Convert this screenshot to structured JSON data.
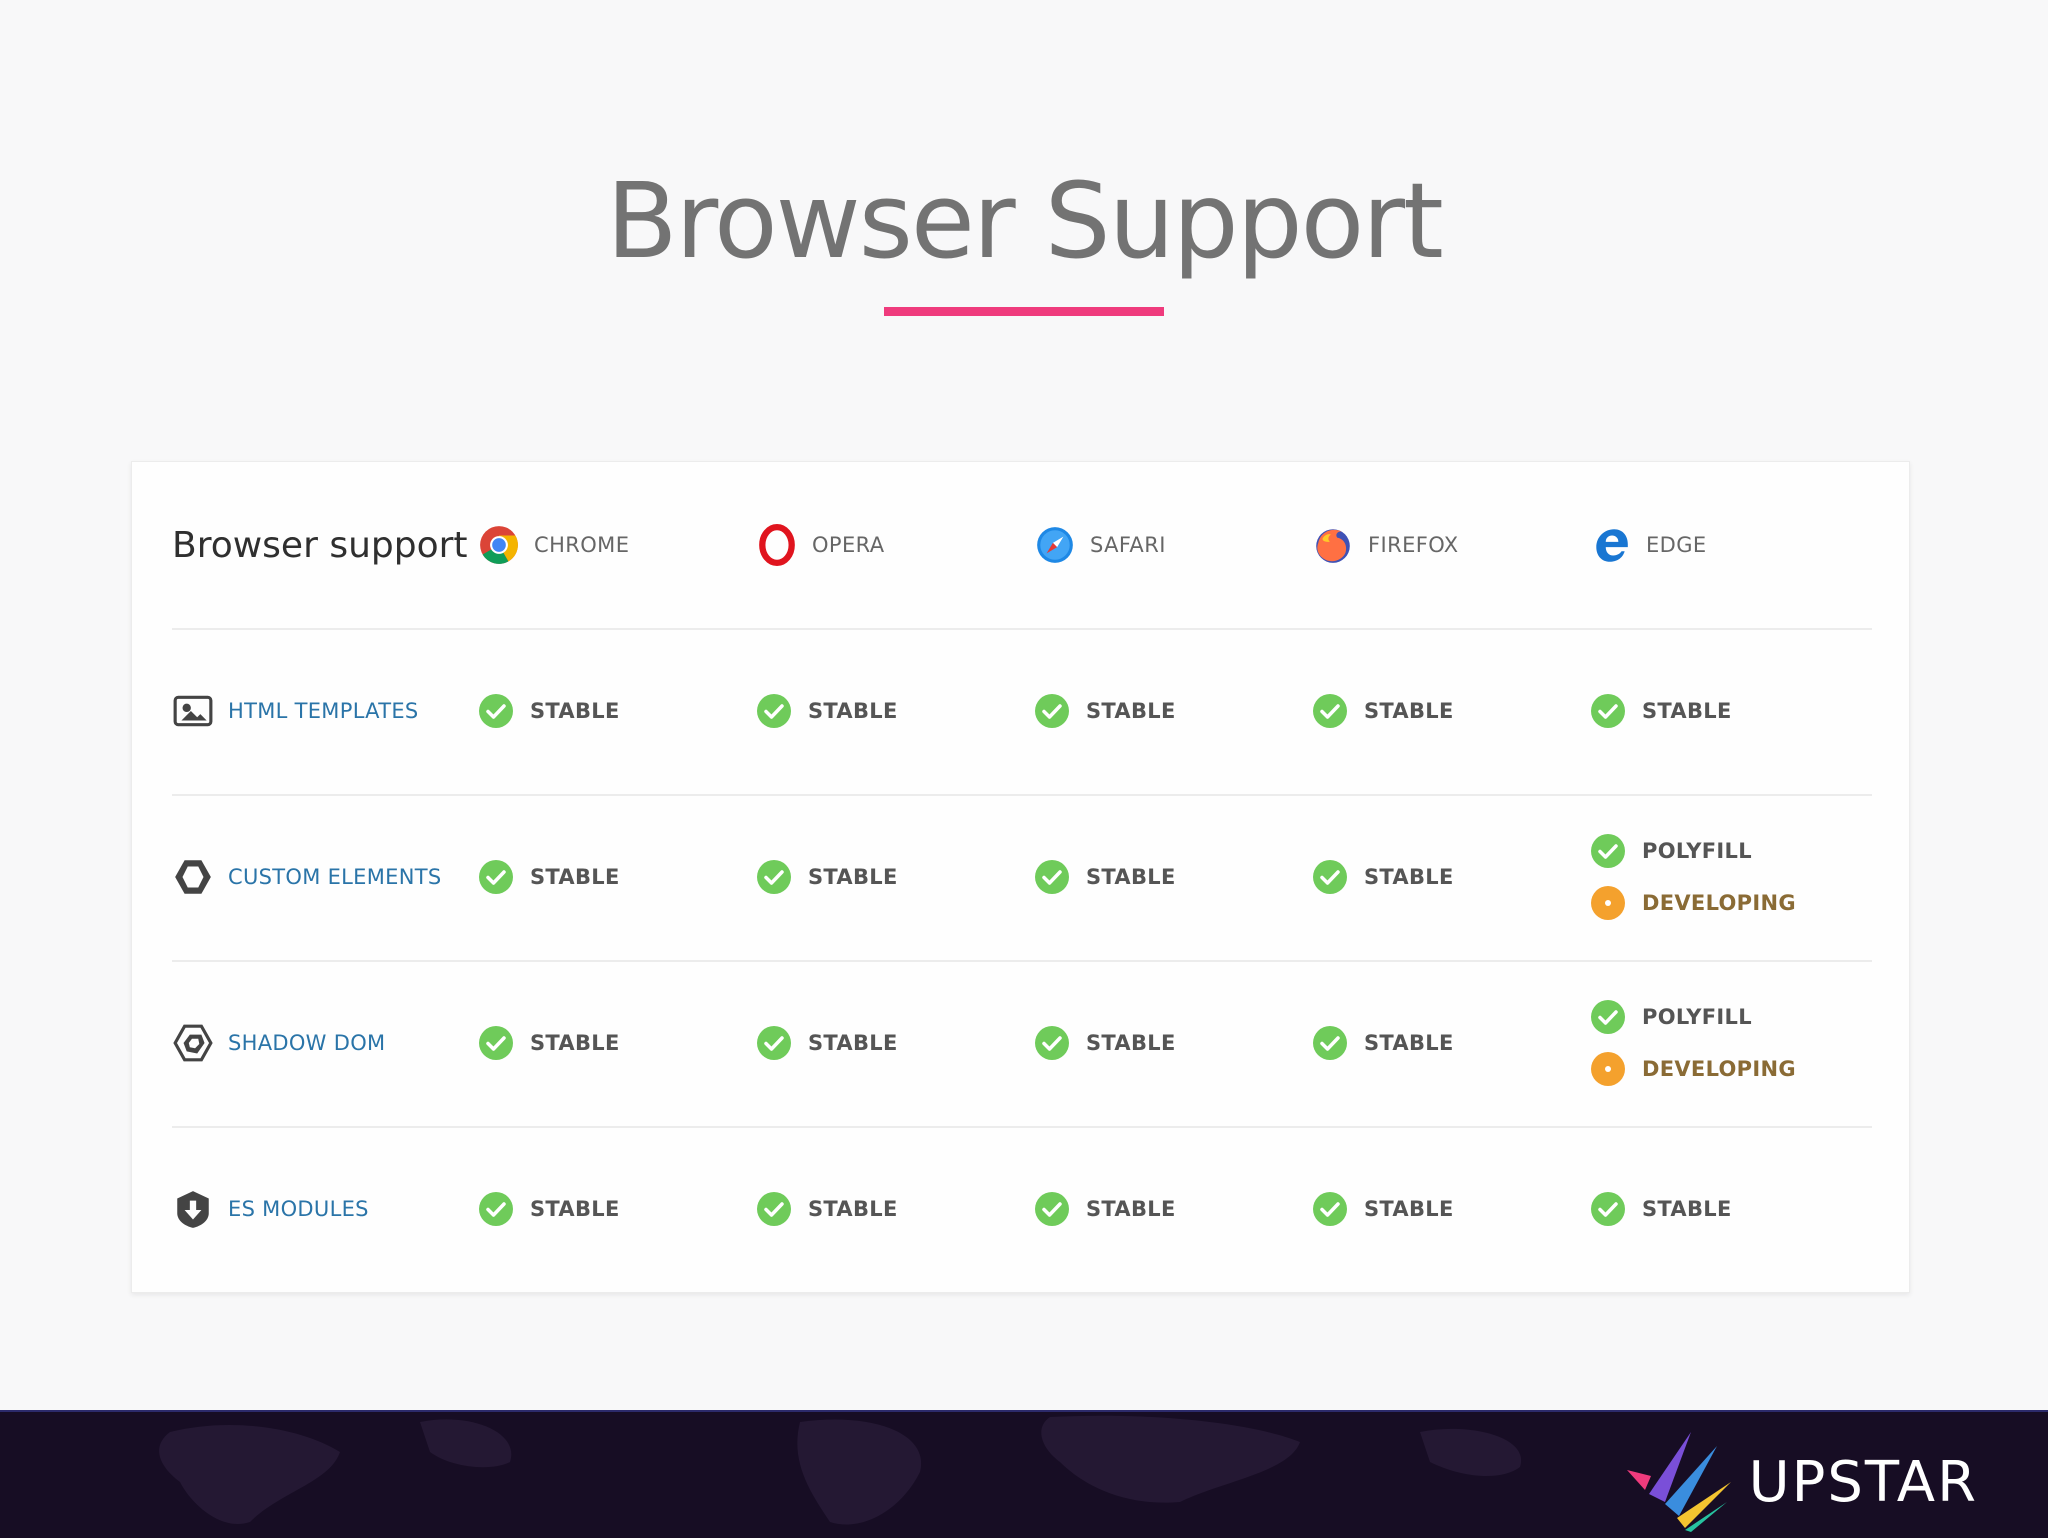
{
  "slide": {
    "title": "Browser Support",
    "accent": "#ef3b7d"
  },
  "table": {
    "header_label": "Browser support",
    "browsers": [
      {
        "name": "CHROME",
        "icon": "chrome-icon"
      },
      {
        "name": "OPERA",
        "icon": "opera-icon"
      },
      {
        "name": "SAFARI",
        "icon": "safari-icon"
      },
      {
        "name": "FIREFOX",
        "icon": "firefox-icon"
      },
      {
        "name": "EDGE",
        "icon": "edge-icon"
      }
    ],
    "status_colors": {
      "stable": "#6fcb5a",
      "developing": "#f4a12d"
    },
    "features": [
      {
        "name": "HTML TEMPLATES",
        "icon": "image-icon",
        "statuses": [
          [
            "STABLE"
          ],
          [
            "STABLE"
          ],
          [
            "STABLE"
          ],
          [
            "STABLE"
          ],
          [
            "STABLE"
          ]
        ]
      },
      {
        "name": "CUSTOM ELEMENTS",
        "icon": "hexagon-icon",
        "statuses": [
          [
            "STABLE"
          ],
          [
            "STABLE"
          ],
          [
            "STABLE"
          ],
          [
            "STABLE"
          ],
          [
            "POLYFILL",
            "DEVELOPING"
          ]
        ]
      },
      {
        "name": "SHADOW DOM",
        "icon": "shadow-dom-icon",
        "statuses": [
          [
            "STABLE"
          ],
          [
            "STABLE"
          ],
          [
            "STABLE"
          ],
          [
            "STABLE"
          ],
          [
            "POLYFILL",
            "DEVELOPING"
          ]
        ]
      },
      {
        "name": "ES MODULES",
        "icon": "shield-icon",
        "statuses": [
          [
            "STABLE"
          ],
          [
            "STABLE"
          ],
          [
            "STABLE"
          ],
          [
            "STABLE"
          ],
          [
            "STABLE"
          ]
        ]
      }
    ]
  },
  "footer": {
    "brand": "UPSTAR",
    "logo_icon": "upstar-logo-icon"
  }
}
